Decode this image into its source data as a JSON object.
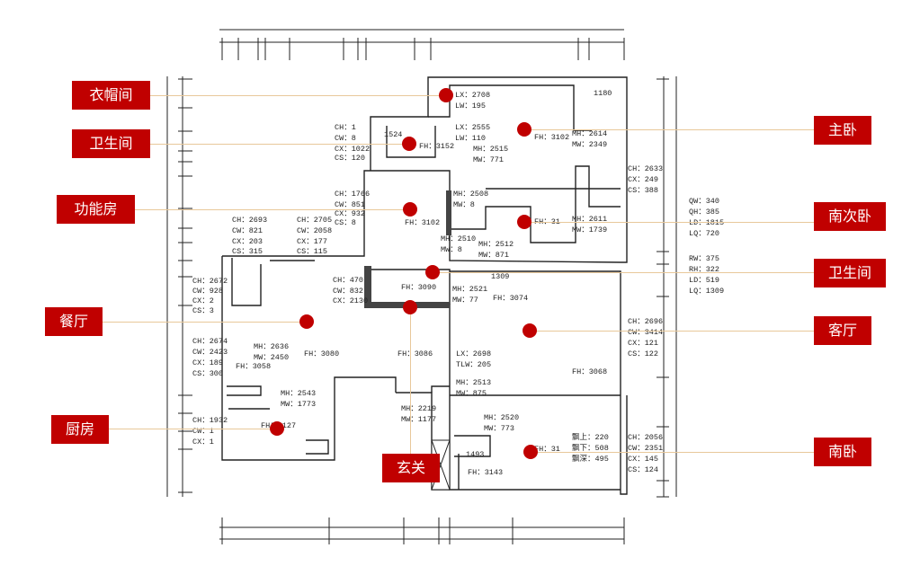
{
  "colors": {
    "label_bg": "#c00000",
    "marker": "#c00000",
    "leader": "#e8c89a",
    "line": "#222222"
  },
  "dimensions": {
    "top_total": "14667",
    "top_segments": [
      "240",
      "1169",
      "205",
      "731",
      "2058",
      "791",
      "227",
      "2063",
      "830",
      "5265",
      "218",
      "1420"
    ],
    "bottom_segments": [
      "3633",
      "2485",
      "1177",
      "462",
      "2175",
      "3782"
    ],
    "bottom_sub": [
      "221",
      "230",
      "138"
    ],
    "bottom_total": "14667",
    "left_total": "15430",
    "left_segments": [
      "1062",
      "1283",
      "879",
      "290",
      "623",
      "1613",
      "235",
      "1017",
      "528",
      "915",
      "660",
      "2452",
      "1128",
      "739",
      "1025",
      "1390"
    ],
    "right_total": "15430",
    "right_segments": [
      "6133",
      "350",
      "533",
      "458",
      "900",
      "1135",
      "379"
    ]
  },
  "annotations": [
    "LX：2708",
    "LW：195",
    "LX：2555",
    "LW：110",
    "MH：2515",
    "MW：771",
    "MH：2614",
    "MW：2349",
    "FH：3102",
    "CH：1",
    "CW：8",
    "CX：1022",
    "CS：120",
    "FH：3152",
    "CH：2633",
    "CX：249",
    "CS：388",
    "CH：1766",
    "CW：851",
    "CX：932",
    "CS：8",
    "FH：3102",
    "MH：2508",
    "MW：8",
    "MH：2611",
    "MW：1739",
    "FH：31",
    "QW：340",
    "QH：385",
    "LD：1815",
    "LQ：720",
    "CH：2693",
    "CW：821",
    "CX：203",
    "CS：315",
    "CH：2705",
    "CW：2058",
    "CX：177",
    "CS：115",
    "MH：2510",
    "MW：8",
    "MH：2512",
    "MW：871",
    "RW：375",
    "RH：322",
    "LD：519",
    "LQ：1309",
    "CH：2672",
    "CW：928",
    "CX：2",
    "CS：3",
    "CH：470",
    "CW：832",
    "CX：2130",
    "FH：3090",
    "MH：2521",
    "MW：77",
    "FH：3074",
    "CH：2696",
    "CW：3414",
    "CX：121",
    "CS：122",
    "CH：2674",
    "CW：2423",
    "CX：189",
    "CS：300",
    "MH：2636",
    "MW：2450",
    "FH：3080",
    "FH：3058",
    "FH：3086",
    "LX：2698",
    "TLW：205",
    "FH：3068",
    "MH：2513",
    "MW：875",
    "MH：2543",
    "MW：1773",
    "MH：2219",
    "MW：1177",
    "MH：2520",
    "MW：773",
    "CH：1932",
    "CW：1",
    "CX：1",
    "FH：3127",
    "飘上：220",
    "飘下：508",
    "飘深：495",
    "FH：31",
    "CH：2056",
    "CW：2351",
    "CX：145",
    "CS：124",
    "FH：3143",
    "1524",
    "1493",
    "1180",
    "1309"
  ],
  "rooms": [
    {
      "name": "衣帽间"
    },
    {
      "name": "卫生间"
    },
    {
      "name": "功能房"
    },
    {
      "name": "餐厅"
    },
    {
      "name": "厨房"
    },
    {
      "name": "玄关"
    },
    {
      "name": "主卧"
    },
    {
      "name": "南次卧"
    },
    {
      "name": "卫生间"
    },
    {
      "name": "客厅"
    },
    {
      "name": "南卧"
    }
  ]
}
